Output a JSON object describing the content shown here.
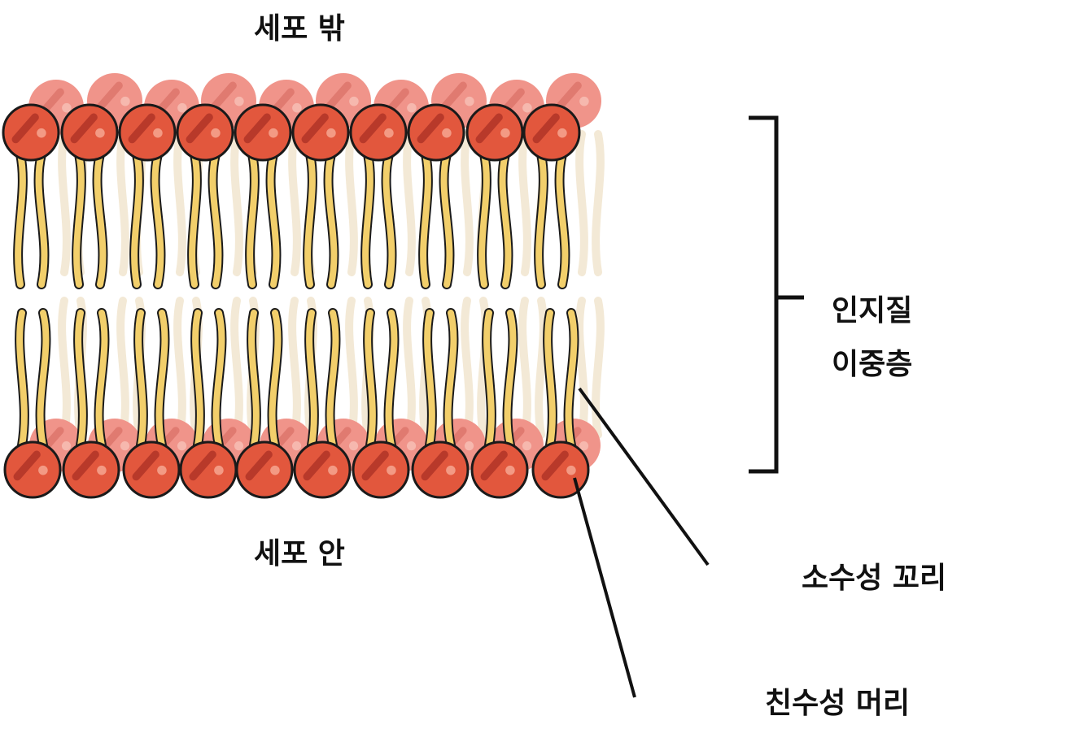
{
  "labels": {
    "outside_cell": "세포 밖",
    "inside_cell": "세포 안",
    "bilayer_line1": "인지질",
    "bilayer_line2": "이중층",
    "hydrophobic_tail": "소수성 꼬리",
    "hydrophilic_head": "친수성 머리"
  },
  "colors": {
    "head_front": "#e2573d",
    "head_back": "#f0948a",
    "head_outline": "#1a1a1a",
    "tail_front": "#f2cf6b",
    "tail_back": "#f3e9d6",
    "line": "#111111"
  },
  "icons": {
    "head": "phospholipid-head-icon",
    "tail": "lipid-tail-icon",
    "bracket": "bracket-icon"
  }
}
